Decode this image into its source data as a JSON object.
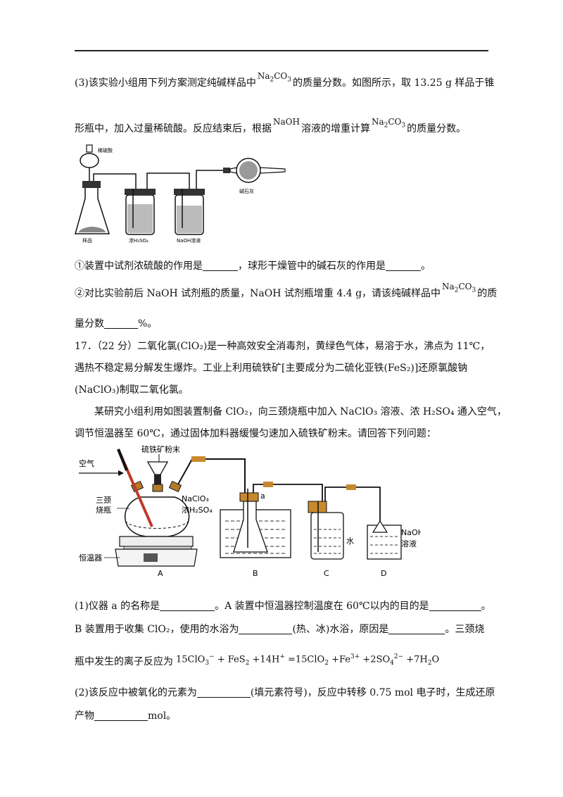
{
  "q3": {
    "line1_a": "(3)该实验小组用下列方案测定纯碱样品中",
    "formula_na2co3": "Na",
    "line1_b": "的质量分数。如图所示，取 13.25 g 样品于锥",
    "line2_a": "形瓶中，加入过量稀硫酸。反应结束后，根据",
    "naoh": "NaOH",
    "line2_b": "溶液的增重计算",
    "line2_c": "的质量分数。",
    "fig1_labels": {
      "funnel": "稀硫酸",
      "flask": "样品",
      "bottle1": "浓H₂SO₄",
      "bottle2": "NaOH溶液",
      "tube": "碱石灰"
    },
    "sub1_a": "①装置中试剂浓硫酸的作用是",
    "sub1_b": "，球形干燥管中的碱石灰的作用是",
    "sub1_c": "。",
    "sub2_a": "②对比实验前后 NaOH 试剂瓶的质量，NaOH 试剂瓶增重 4.4 g，请该纯碱样品中",
    "sub2_b": "的质",
    "sub2_c": "量分数",
    "sub2_d": "%。"
  },
  "q17": {
    "head": "17．（22 分）二氧化氯(ClO₂)是一种高效安全消毒剂，黄绿色气体，易溶于水，沸点为 11℃，",
    "l2": "遇热不稳定易分解发生爆炸。工业上利用硫铁矿[主要成分为二硫化亚铁(FeS₂)]还原氯酸钠",
    "l3": "(NaClO₃)制取二氧化氯。",
    "l4": "某研究小组利用如图装置制备 ClO₂，向三颈烧瓶中加入 NaClO₃ 溶液、浓 H₂SO₄ 通入空气，",
    "l5": "调节恒温器至 60℃，通过固体加料器缓慢匀速加入硫铁矿粉末。请回答下列问题：",
    "fig2_labels": {
      "powder": "硫铁矿粉末",
      "air": "空气",
      "flask_a": "三颈",
      "flask_b": "烧瓶",
      "reagent1": "NaClO₃",
      "reagent2": "浓H₂SO₄",
      "thermostat": "恒温器",
      "a": "a",
      "water": "水",
      "naoh1": "NaOH",
      "naoh2": "溶液",
      "A": "A",
      "B": "B",
      "C": "C",
      "D": "D"
    },
    "p1_a": "(1)仪器 a 的名称是",
    "p1_b": "。A 装置中恒温器控制温度在 60℃以内的目的是",
    "p1_c": "。",
    "p2_a": "B 装置用于收集 ClO₂，使用的水浴为",
    "p2_b": "(热、冰)水浴，原因是",
    "p2_c": "。三颈烧",
    "p3": "瓶中发生的离子反应为",
    "p4_a": "(2)该反应中被氧化的元素为",
    "p4_b": "(填元素符号)，反应中转移 0.75 mol 电子时，生成还原",
    "p5_a": "产物",
    "p5_b": "mol。"
  }
}
